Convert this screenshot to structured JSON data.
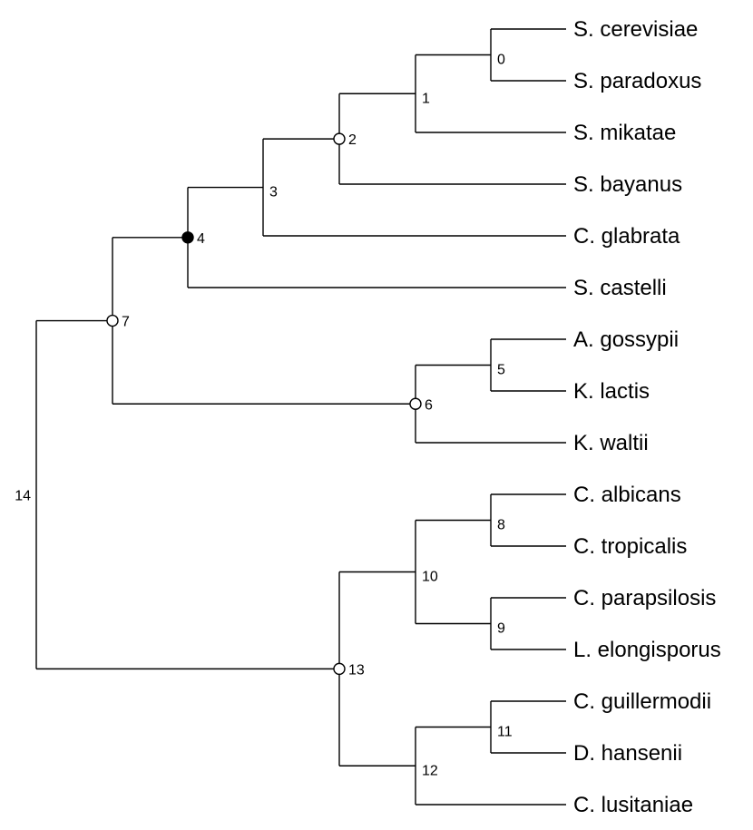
{
  "tree": {
    "taxa": [
      {
        "id": "t0",
        "label": "S. cerevisiae"
      },
      {
        "id": "t1",
        "label": "S. paradoxus"
      },
      {
        "id": "t2",
        "label": "S. mikatae"
      },
      {
        "id": "t3",
        "label": "S. bayanus"
      },
      {
        "id": "t4",
        "label": "C. glabrata"
      },
      {
        "id": "t5",
        "label": "S. castelli"
      },
      {
        "id": "t6",
        "label": "A. gossypii"
      },
      {
        "id": "t7",
        "label": "K. lactis"
      },
      {
        "id": "t8",
        "label": "K. waltii"
      },
      {
        "id": "t9",
        "label": "C. albicans"
      },
      {
        "id": "t10",
        "label": "C. tropicalis"
      },
      {
        "id": "t11",
        "label": "C. parapsilosis"
      },
      {
        "id": "t12",
        "label": "L. elongisporus"
      },
      {
        "id": "t13",
        "label": "C. guillermodii"
      },
      {
        "id": "t14",
        "label": "D. hansenii"
      },
      {
        "id": "t15",
        "label": "C. lusitaniae"
      }
    ],
    "nodes": [
      {
        "id": "n0",
        "label": "0",
        "children": [
          "t0",
          "t1"
        ],
        "marker": "none"
      },
      {
        "id": "n1",
        "label": "1",
        "children": [
          "n0",
          "t2"
        ],
        "marker": "none"
      },
      {
        "id": "n2",
        "label": "2",
        "children": [
          "n1",
          "t3"
        ],
        "marker": "open"
      },
      {
        "id": "n3",
        "label": "3",
        "children": [
          "n2",
          "t4"
        ],
        "marker": "none"
      },
      {
        "id": "n4",
        "label": "4",
        "children": [
          "n3",
          "t5"
        ],
        "marker": "filled"
      },
      {
        "id": "n5",
        "label": "5",
        "children": [
          "t6",
          "t7"
        ],
        "marker": "none"
      },
      {
        "id": "n6",
        "label": "6",
        "children": [
          "n5",
          "t8"
        ],
        "marker": "open"
      },
      {
        "id": "n7",
        "label": "7",
        "children": [
          "n4",
          "n6"
        ],
        "marker": "open"
      },
      {
        "id": "n8",
        "label": "8",
        "children": [
          "t9",
          "t10"
        ],
        "marker": "none"
      },
      {
        "id": "n9",
        "label": "9",
        "children": [
          "t11",
          "t12"
        ],
        "marker": "none"
      },
      {
        "id": "n10",
        "label": "10",
        "children": [
          "n8",
          "n9"
        ],
        "marker": "none"
      },
      {
        "id": "n11",
        "label": "11",
        "children": [
          "t13",
          "t14"
        ],
        "marker": "none"
      },
      {
        "id": "n12",
        "label": "12",
        "children": [
          "n11",
          "t15"
        ],
        "marker": "none"
      },
      {
        "id": "n13",
        "label": "13",
        "children": [
          "n10",
          "n12"
        ],
        "marker": "open"
      },
      {
        "id": "n14",
        "label": "14",
        "children": [
          "n7",
          "n13"
        ],
        "marker": "none",
        "root": true
      }
    ]
  }
}
